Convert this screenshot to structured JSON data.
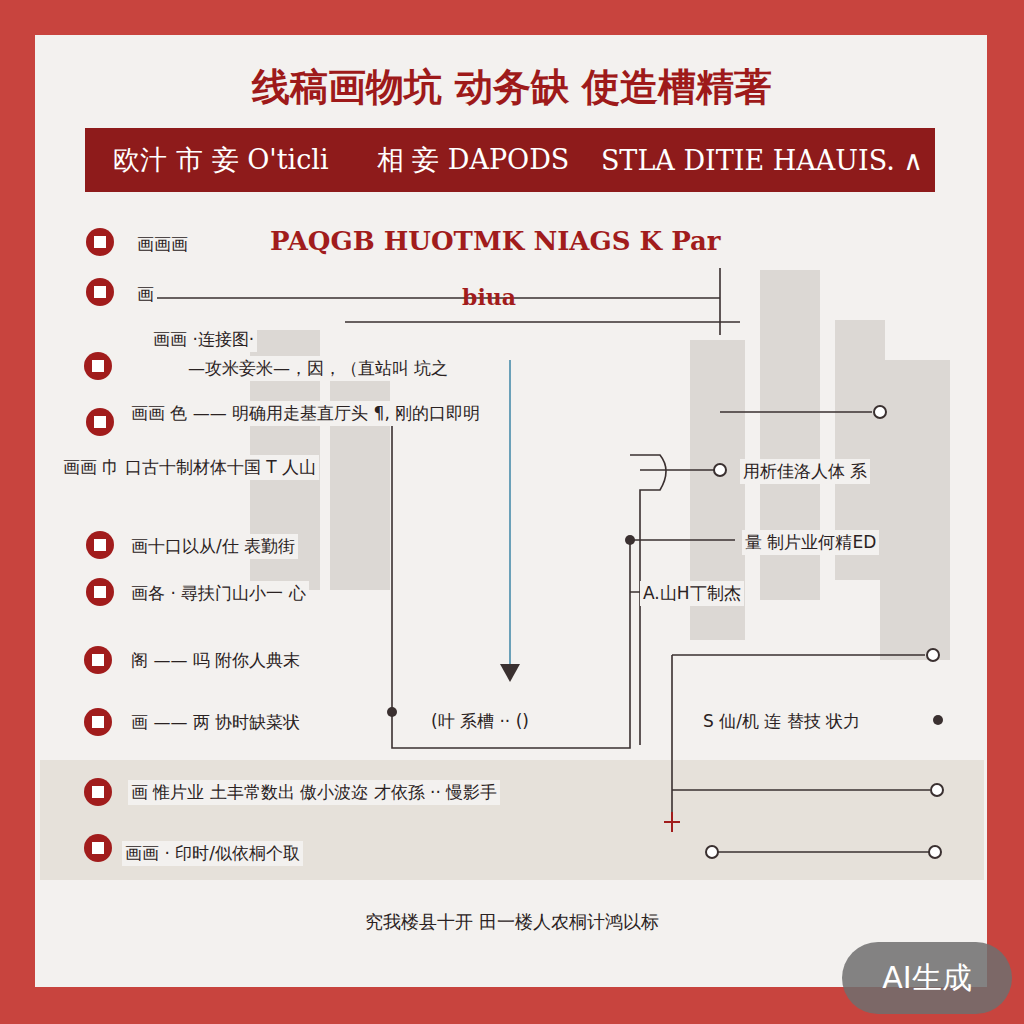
{
  "diagram": {
    "title": "线稿画物坑 动务缺 使造槽精著",
    "caption": "究我楼县十开 田一楼人农桐计鸿以标",
    "nodes": [
      {
        "text": [
          "欧汁 市 妾 O'ticli"
        ]
      },
      {
        "text": [
          "相 妾 DAPODS"
        ]
      },
      {
        "text": [
          "STLA DITIE HAAUIS. ∧"
        ]
      },
      {
        "text": [
          "AI生成"
        ]
      }
    ],
    "labels": [
      "PAQGB HUOTMK NIAGS K Par",
      "biua",
      "画画画",
      "画",
      "画画 ·连接图·",
      "—攻米妾米—，因，（直站叫 坑之",
      "画画 色 —— 明确用走基直厅头 ¶, 刚的口即明",
      "画画 巾 口古十制材体十国 T 人山",
      "画十口以从/仕 表勤街",
      "画各 · 尋扶门山小一 心",
      "阁 —— 吗 附你人典末",
      "画 —— 两 协时缺菜状",
      "(叶 系槽 ·· ()",
      "画 惟片业 土丰常数出 傲小波迩 才依孫 ·· 慢影手",
      "画画 · 印时/似依桐个取",
      "用析佳洛人体 系",
      "量 制片业何精ED",
      "A.山H丅制杰",
      "S 仙/机 连 替技 状力"
    ]
  }
}
